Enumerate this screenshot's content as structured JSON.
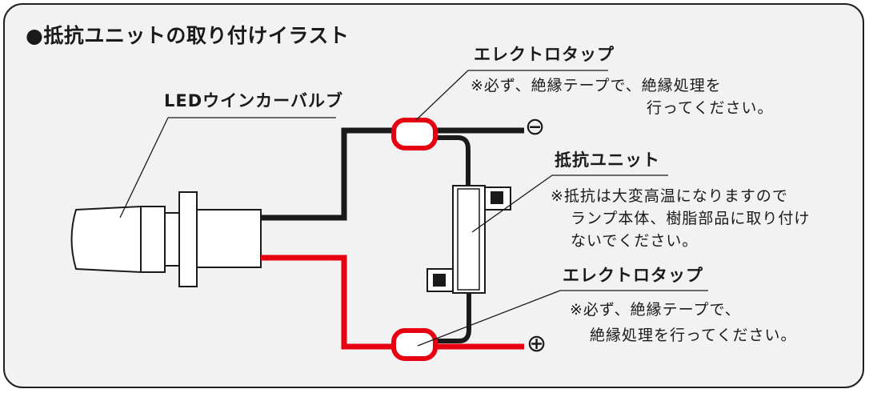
{
  "title": "●抵抗ユニットの取り付けイラスト",
  "labels": {
    "tap_top": "エレクトロタップ",
    "tap_top_note_1": "※必ず、絶縁テープで、絶縁処理を",
    "tap_top_note_2": "行ってください。",
    "bulb": "LEDウインカーバルブ",
    "resistor": "抵抗ユニット",
    "resistor_note_1": "※抵抗は大変高温になりますので",
    "resistor_note_2": "ランプ本体、樹脂部品に取り付け",
    "resistor_note_3": "ないでください。",
    "tap_bottom": "エレクトロタップ",
    "tap_bottom_note_1": "※必ず、絶縁テープで、",
    "tap_bottom_note_2": "絶縁処理を行ってください。",
    "minus": "⊖",
    "plus": "⊕"
  },
  "colors": {
    "background": "#f2f2f2",
    "frame": "#231f20",
    "wire_negative": "#1a1a1a",
    "wire_positive": "#e60012",
    "tap_outline": "#e60012",
    "bulb_fill": "#ffffff"
  },
  "icons": {
    "minus": "minus-terminal-icon",
    "plus": "plus-terminal-icon"
  }
}
